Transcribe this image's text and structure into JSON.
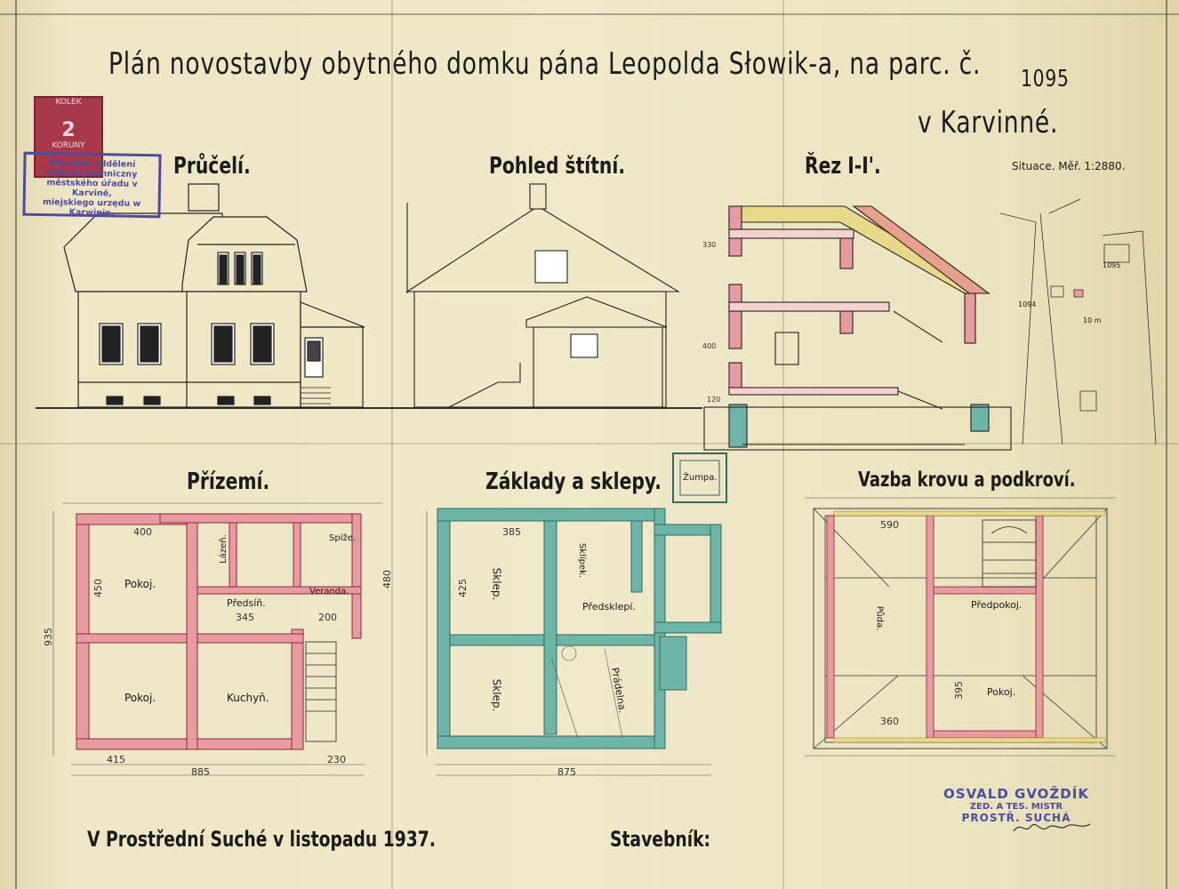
{
  "title": {
    "line1": "Plán novostavby obytného domku pána Leopolda Słowik-a, na parc. č.",
    "parcel": "1095",
    "line2": "v Karvinné."
  },
  "views": {
    "front": "Průčelí.",
    "gable": "Pohled štítní.",
    "section": "Řez I-I'.",
    "site": "Situace. Měř. 1:2880.",
    "ground": "Přízemí.",
    "foundations": "Základy a sklepy.",
    "roof": "Vazba krovu a podkroví."
  },
  "rooms": {
    "ground_room1": "Pokoj.",
    "ground_room2": "Pokoj.",
    "kitchen": "Kuchyň.",
    "hall": "Předsíň.",
    "bath": "Lázeň.",
    "veranda": "Veranda.",
    "pantry": "Spíže.",
    "cellar1": "Sklep.",
    "cellar2": "Sklep.",
    "cellar_hall": "Předsklepí.",
    "laundry": "Prádelna.",
    "skladisko": "Sklípek.",
    "cesspit": "Žumpa.",
    "attic_room": "Pokoj.",
    "attic_hall": "Předpokoj.",
    "attic_store": "Půda."
  },
  "dimensions": {
    "d400": "400",
    "d345": "345",
    "d200": "200",
    "d415": "415",
    "d885": "885",
    "d875": "875",
    "d230": "230",
    "d385": "385",
    "d590": "590",
    "d360": "360",
    "d395": "395",
    "d450": "450",
    "d480": "480",
    "d935": "935",
    "d425": "425"
  },
  "site_labels": {
    "p1095": "1095",
    "p1094": "1094",
    "scale": "10 m"
  },
  "footer": {
    "place_date": "V Prostřední Suché v listopadu 1937.",
    "builder": "Stavebník:"
  },
  "stamps": {
    "office_line1": "Stavební oddělení",
    "office_line2": "Oddział techniczny",
    "office_line3": "městského úřadu v Karviné,",
    "office_line4": "miejskiego urzędu w Karwinie.",
    "revenue_top": "KOLEK",
    "revenue_value": "2",
    "revenue_bottom": "KORUNY",
    "maker_name": "OSVALD GVOŽDÍK",
    "maker_trade": "ZED. A TES. MISTR",
    "maker_place": "PROSTŘ. SUCHÁ"
  },
  "colors": {
    "paper": "#ece3bf",
    "ink": "#1b1b1b",
    "wall_red": "#e89aa2",
    "wall_teal": "#6fb5a7",
    "timber": "#e8d98a",
    "stamp_blue": "#4f4a9c"
  }
}
